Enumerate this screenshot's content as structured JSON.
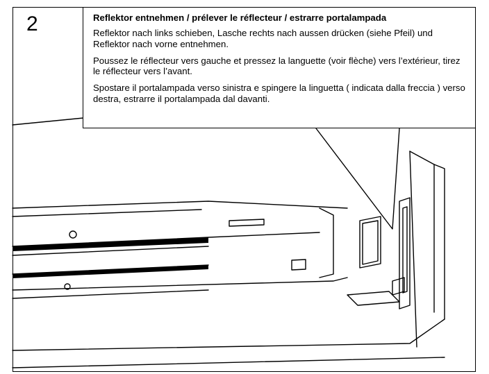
{
  "step": {
    "number": "2"
  },
  "instructions": {
    "title": "Reflektor entnehmen / prélever le réflecteur / estrarre portalampada",
    "de": "Reflektor nach links schieben, Lasche rechts nach aussen drücken (siehe Pfeil) und Reflektor nach vorne entnehmen.",
    "fr": "Poussez le réflecteur vers gauche et pressez la languette (voir flèche) vers l’extérieur, tirez le réflecteur vers l’avant.",
    "it": "Spostare il portalampada verso sinistra e spingere la linguetta ( indicata dalla freccia ) verso destra, estrarre il portalampada dal davanti."
  },
  "colors": {
    "line": "#000000",
    "background": "#ffffff",
    "shade": "#d9d9d9"
  }
}
